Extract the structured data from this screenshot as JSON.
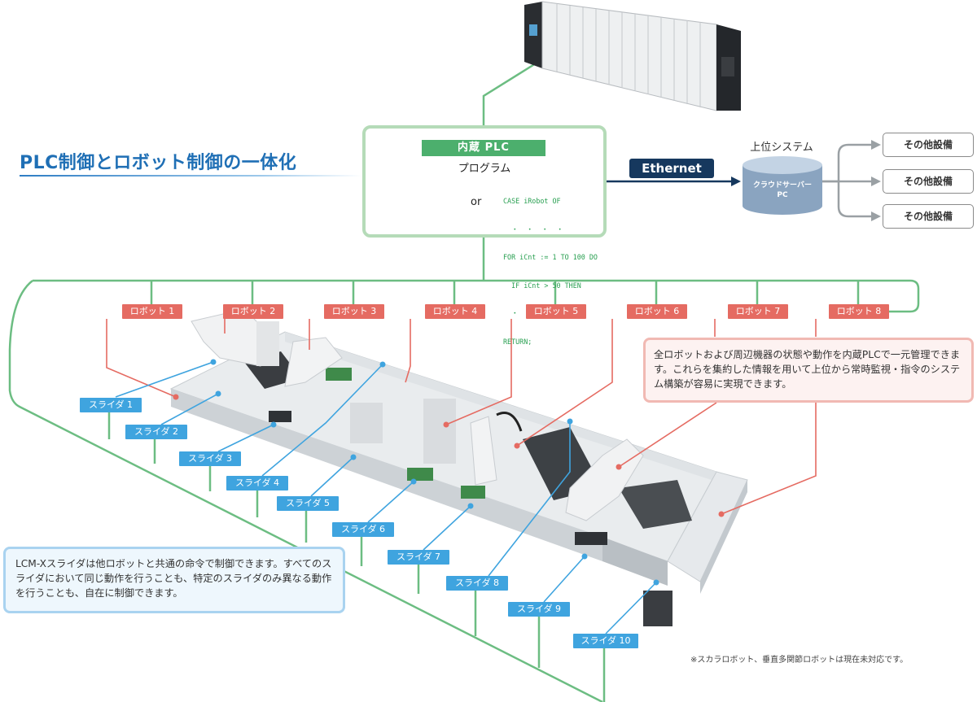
{
  "title": "PLC制御とロボット制御の一体化",
  "plc": {
    "label": "内蔵 PLC",
    "program_label": "プログラム",
    "or_label": "or",
    "code_lines": [
      "CASE iRobot OF",
      "  ・  ・  ・  ・",
      "FOR iCnt := 1 TO 100 DO",
      "  IF iCnt > 50 THEN",
      "  ・  ・  ・  ・",
      "RETURN;"
    ]
  },
  "network": {
    "ethernet_label": "Ethernet",
    "host_label": "上位システム",
    "cloud_label_1": "クラウドサーバー",
    "cloud_label_2": "PC",
    "equipment": [
      "その他設備",
      "その他設備",
      "その他設備"
    ]
  },
  "robots": [
    "ロボット 1",
    "ロボット 2",
    "ロボット 3",
    "ロボット 4",
    "ロボット 5",
    "ロボット 6",
    "ロボット 7",
    "ロボット 8"
  ],
  "sliders": [
    "スライダ 1",
    "スライダ 2",
    "スライダ 3",
    "スライダ 4",
    "スライダ 5",
    "スライダ 6",
    "スライダ 7",
    "スライダ 8",
    "スライダ 9",
    "スライダ 10"
  ],
  "notes": {
    "robot_note": "全ロボットおよび周辺機器の状態や動作を内蔵PLCで一元管理できます。これらを集約した情報を用いて上位から常時監視・指令のシステム構築が容易に実現できます。",
    "slider_note": "LCM-Xスライダは他ロボットと共通の命令で制御できます。すべてのスライダにおいて同じ動作を行うことも、特定のスライダのみ異なる動作を行うことも、自在に制御できます。",
    "footnote": "※スカラロボット、垂直多関節ロボットは現在未対応です。"
  },
  "colors": {
    "plc_line": "#6cbd82",
    "robot_line": "#e56b62",
    "slider_line": "#3fa4df",
    "ethernet": "#16385e",
    "title": "#1f6fb5"
  }
}
